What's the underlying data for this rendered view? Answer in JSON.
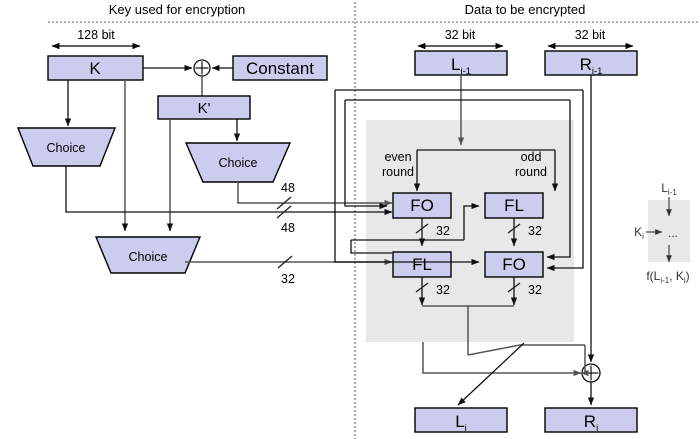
{
  "diagram": {
    "title_left": "Key used for encryption",
    "title_right": "Data to be encrypted",
    "key_section": {
      "width_label": "128 bit",
      "key_box": "K",
      "constant_box": "Constant",
      "kprime_box": "K'",
      "choice_top_left": "Choice",
      "choice_top_right": "Choice",
      "choice_bottom": "Choice",
      "bus_48_a": "48",
      "bus_48_b": "48",
      "bus_32": "32"
    },
    "data_section": {
      "width_label_left": "32 bit",
      "width_label_right": "32 bit",
      "input_left": "L",
      "input_left_sub": "i-1",
      "input_right": "R",
      "input_right_sub": "i-1",
      "even_round_line1": "even",
      "even_round_line2": "round",
      "odd_round_line1": "odd",
      "odd_round_line2": "round",
      "fo_even": "FO",
      "fl_odd": "FL",
      "fl_even": "FL",
      "fo_odd": "FO",
      "w_fo_even": "32",
      "w_fl_odd": "32",
      "w_fl_even": "32",
      "w_fo_odd": "32",
      "output_left": "L",
      "output_left_sub": "i",
      "output_right": "R",
      "output_right_sub": "i",
      "xor_symbol": "+"
    },
    "legend": {
      "input_label": "L",
      "input_sub": "i-1",
      "key_label": "K",
      "key_sub": "i",
      "body_label": "...",
      "output_prefix": "f(L",
      "output_sub1": "i-1",
      "output_mid": ", K",
      "output_sub2": "i",
      "output_suffix": ")"
    }
  }
}
